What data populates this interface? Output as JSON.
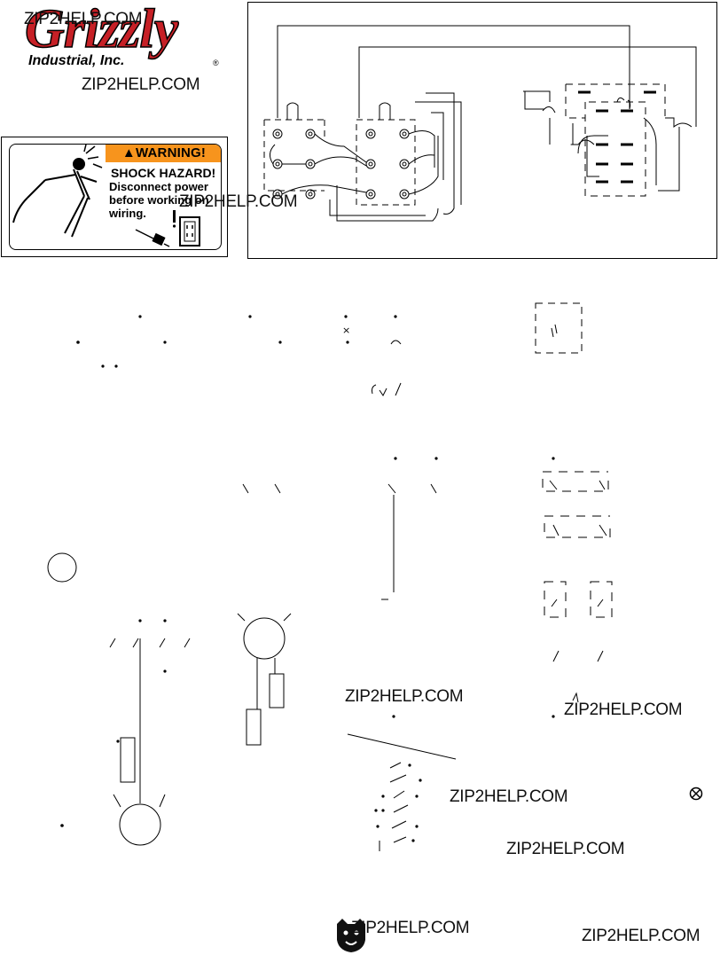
{
  "logo": {
    "brand": "Grizzly",
    "subtitle": "Industrial, Inc.",
    "registered": "®"
  },
  "warning_label": {
    "header": "WARNING!",
    "title": "SHOCK HAZARD!",
    "body": "Disconnect power before working on wiring.",
    "header_color": "#f7941d"
  },
  "watermarks": [
    "ZIP2HELP.COM",
    "ZIP2HELP.COM",
    "ZIP2HELP.COM",
    "ZIP2HELP.COM",
    "ZIP2HELP.COM",
    "ZIP2HELP.COM",
    "ZIP2HELP.COM",
    "ZIP2HELP.COM",
    "ZIP2HELP.COM"
  ],
  "colors": {
    "brand_red": "#c62026"
  },
  "icons": [
    "electric-shock-icon",
    "plug-icon",
    "outlet-icon",
    "bear-mascot-icon",
    "lamp-symbol-icon"
  ]
}
